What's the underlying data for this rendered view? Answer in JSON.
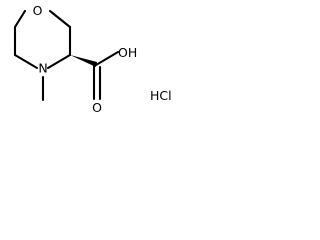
{
  "molecule": {
    "atoms": {
      "ring_oxygen": "O",
      "ring_nitrogen": "N",
      "carbonyl_oxygen": "O",
      "hydroxyl": "OH"
    },
    "salt": "HCl"
  },
  "colors": {
    "bond": "#000000",
    "text": "#000000",
    "background": "#ffffff"
  }
}
